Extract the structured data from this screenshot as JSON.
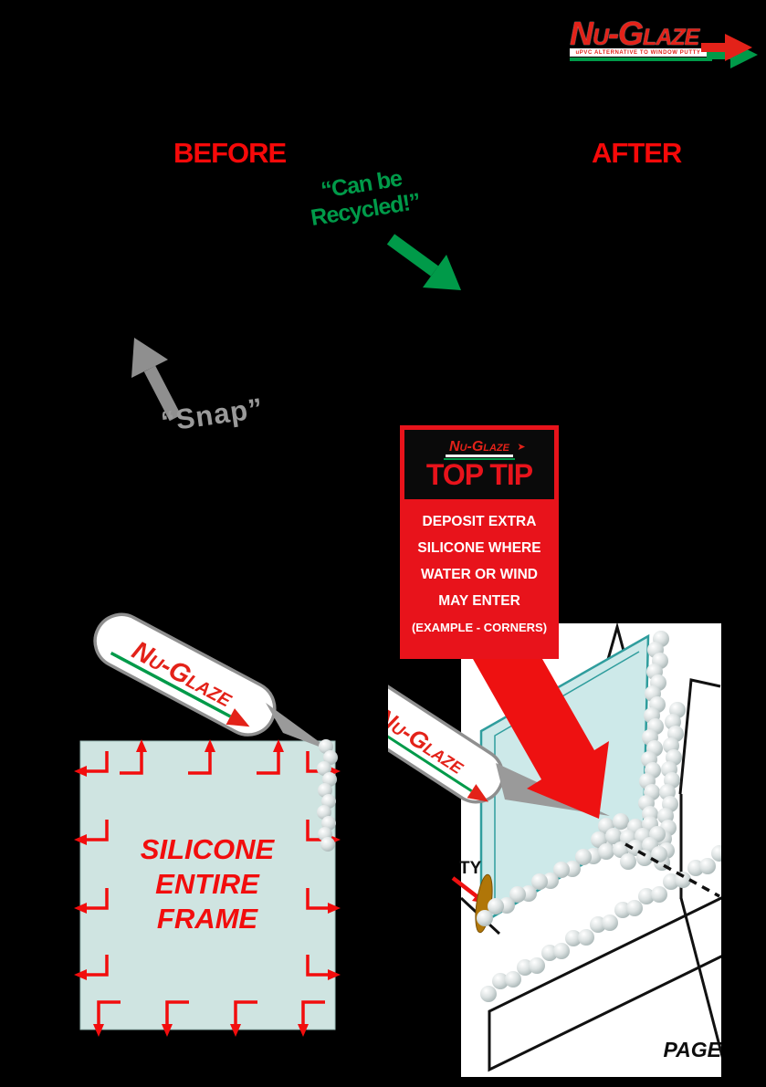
{
  "brand": {
    "name": "Nu-Glaze",
    "tagline": "uPVC ALTERNATIVE TO WINDOW PUTTY"
  },
  "headings": {
    "before": "BEFORE",
    "after": "AFTER"
  },
  "callouts": {
    "recycled_line1": "“Can be",
    "recycled_line2": "Recycled!”",
    "snap": "“Snap”"
  },
  "top_tip": {
    "title": "TOP TIP",
    "lines": [
      "DEPOSIT EXTRA",
      "SILICONE WHERE",
      "WATER OR WIND",
      "MAY ENTER",
      "(EXAMPLE - CORNERS)"
    ]
  },
  "frame_diagram": {
    "lines": [
      "SILICONE",
      "ENTIRE",
      "FRAME"
    ]
  },
  "window_diagram": {
    "putty_label": "TY",
    "page_label": "PAGE"
  },
  "colors": {
    "background": "#000000",
    "heading_red": "#f60909",
    "arrow_red": "#ee1111",
    "box_red": "#e8131b",
    "logo_red": "#e32219",
    "green": "#009a49",
    "gray": "#8f8f8f",
    "frame_fill": "#cfe4e1",
    "glass_fill": "#cde9e9",
    "glass_stroke": "#2f9d9d",
    "putty_brown": "#b07608"
  }
}
